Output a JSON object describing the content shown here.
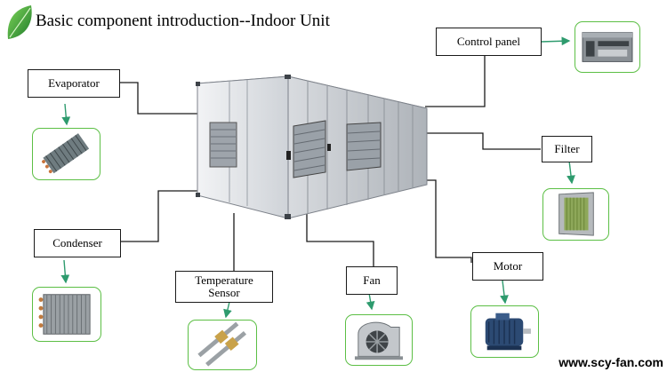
{
  "title": "Basic component introduction--Indoor Unit",
  "components": {
    "evaporator": "Evaporator",
    "control_panel": "Control panel",
    "filter": "Filter",
    "condenser": "Condenser",
    "temperature_sensor_line1": "Temperature",
    "temperature_sensor_line2": "Sensor",
    "fan": "Fan",
    "motor": "Motor"
  },
  "watermark": "www.scy-fan.com",
  "colors": {
    "accent_green": "#5cbf45",
    "line_dark": "#1a1a1a",
    "line_green": "#2e9b6e"
  },
  "icons": [
    "leaf-icon"
  ]
}
